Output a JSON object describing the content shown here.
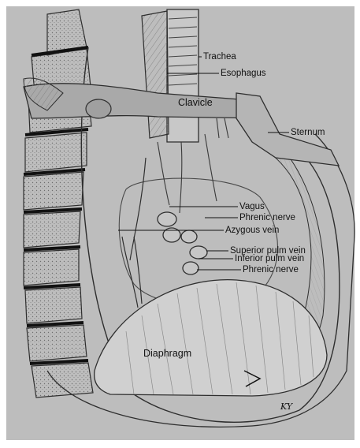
{
  "labels": {
    "trachea": "Trachea",
    "esophagus": "Esophagus",
    "clavicle": "Clavicle",
    "sternum": "Sternum",
    "vagus": "Vagus",
    "phrenic_nerve_1": "Phrenic nerve",
    "azygous_vein": "Azygous vein",
    "superior_pulm_vein": "Superior pulm vein",
    "inferior_pulm_vein": "Inferior pulm vein",
    "phrenic_nerve_2": "Phrenic nerve",
    "diaphragm": "Diaphragm",
    "signature": "KY"
  },
  "colors": {
    "paper": "#bdbdbd",
    "pencil": "#3a3a3a",
    "shading": "#8c8c8c",
    "diaphragm_fill": "#d0d0d0"
  }
}
